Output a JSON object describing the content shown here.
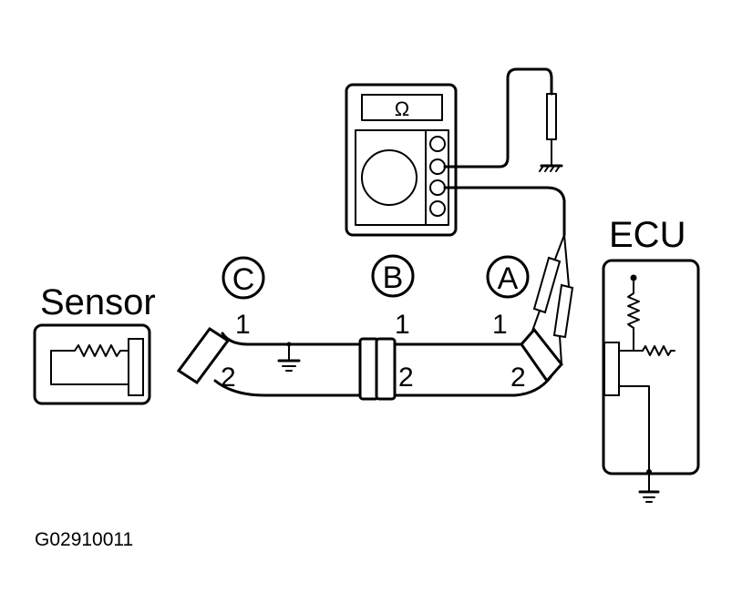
{
  "labels": {
    "sensor": "Sensor",
    "ecu": "ECU",
    "figure_code": "G02910011"
  },
  "connectors": {
    "c": "C",
    "b": "B",
    "a": "A"
  },
  "pins": {
    "one": "1",
    "two": "2"
  },
  "meter": {
    "display": "Ω"
  }
}
